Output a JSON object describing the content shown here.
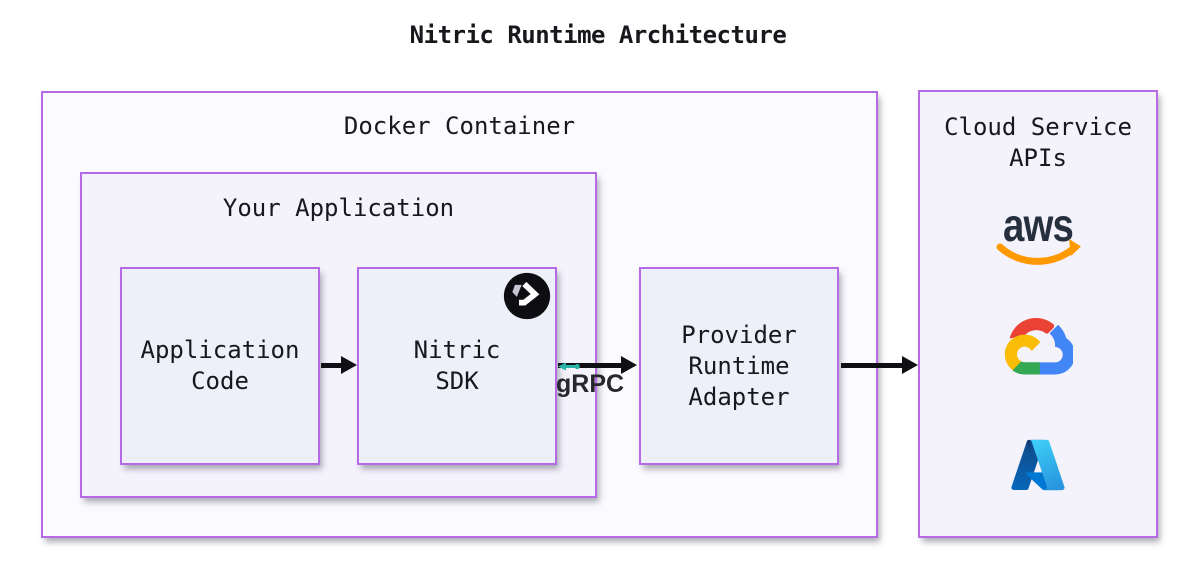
{
  "title": "Nitric Runtime Architecture",
  "docker_container": {
    "label": "Docker Container"
  },
  "your_application": {
    "label": "Your Application"
  },
  "nodes": {
    "application_code": {
      "lines": [
        "Application",
        "Code"
      ]
    },
    "nitric_sdk": {
      "lines": [
        "Nitric",
        "SDK"
      ],
      "badge_icon": "nitric-logo-icon"
    },
    "provider_runtime_adapter": {
      "lines": [
        "Provider",
        "Runtime",
        "Adapter"
      ]
    }
  },
  "cloud_service_apis": {
    "label_lines": [
      "Cloud Service",
      "APIs"
    ],
    "provider_icons": [
      "aws-logo-icon",
      "google-cloud-logo-icon",
      "azure-logo-icon"
    ],
    "aws_wordmark": "aws"
  },
  "edges": {
    "grpc_label": "gRPC",
    "connections": [
      "application-code -> nitric-sdk",
      "nitric-sdk -> provider-runtime-adapter (gRPC)",
      "provider-runtime-adapter -> cloud-service-apis"
    ]
  },
  "colors": {
    "box_border": "#b56be6",
    "docker_fill": "#fbfafe",
    "mid_fill": "#f4f3fc",
    "node_fill": "#eef0f9",
    "arrow": "#101014",
    "text": "#17171c",
    "grpc_teal": "#29b3a7",
    "aws_navy": "#252f3e",
    "aws_orange": "#ff9900",
    "nitric_badge_bg": "#0d0d12"
  }
}
